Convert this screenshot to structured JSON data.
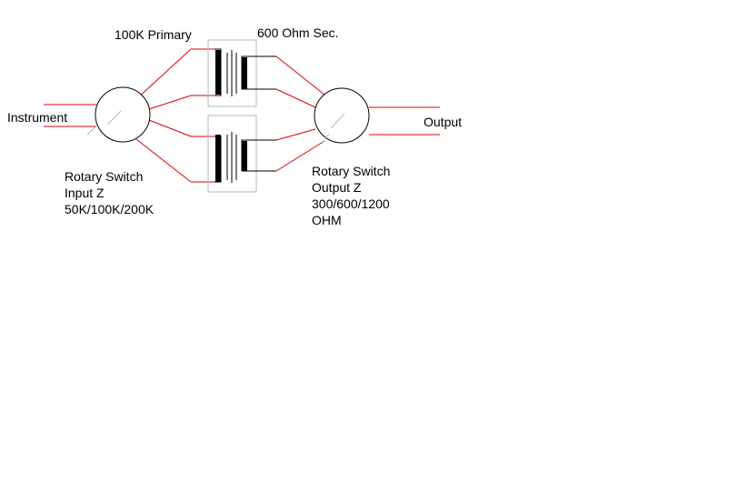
{
  "labels": {
    "primary": "100K Primary",
    "secondary": "600 Ohm Sec.",
    "instrument": "Instrument",
    "output": "Output",
    "input_switch": [
      "Rotary Switch",
      "Input Z",
      "50K/100K/200K"
    ],
    "output_switch": [
      "Rotary Switch",
      "Output Z",
      "300/600/1200",
      "OHM"
    ]
  },
  "colors": {
    "wire": "#e00000",
    "line": "#000000",
    "box": "#b4b4b4"
  }
}
